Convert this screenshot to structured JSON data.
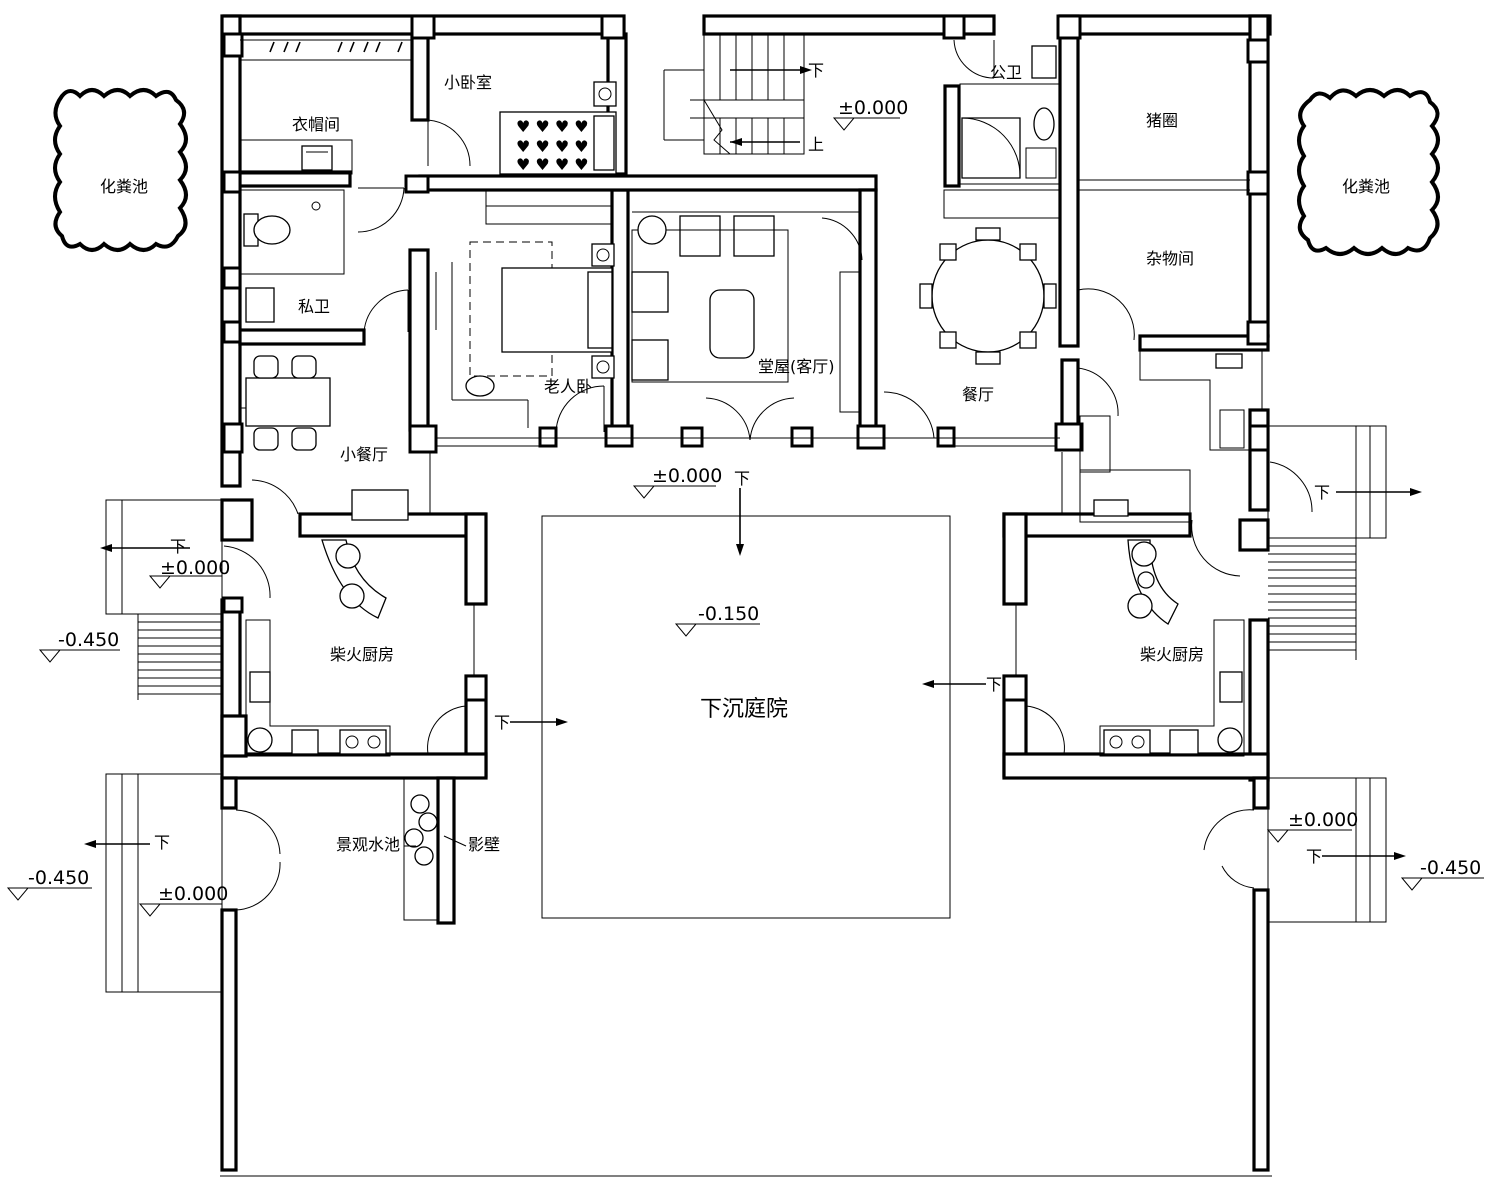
{
  "rooms": {
    "cloakroom": "衣帽间",
    "small_bedroom": "小卧室",
    "private_bath": "私卫",
    "elder_bedroom": "老人卧",
    "hall": "堂屋(客厅)",
    "public_bath": "公卫",
    "dining": "餐厅",
    "pigsty": "猪圈",
    "storage": "杂物间",
    "small_dining": "小餐厅",
    "kitchen_left": "柴火厨房",
    "kitchen_right": "柴火厨房",
    "courtyard": "下沉庭院",
    "pond": "景观水池",
    "screen_wall": "影壁",
    "septic_left": "化粪池",
    "septic_right": "化粪池"
  },
  "elevations": {
    "stair_level": "±0.000",
    "court_top": "±0.000",
    "court_center": "-0.150",
    "left_mid_level": "±0.000",
    "left_mid_out": "-0.450",
    "left_low_level": "±0.000",
    "left_low_out": "-0.450",
    "right_low_level": "±0.000",
    "right_low_out": "-0.450"
  },
  "arrows": {
    "down": "下",
    "up": "上"
  }
}
